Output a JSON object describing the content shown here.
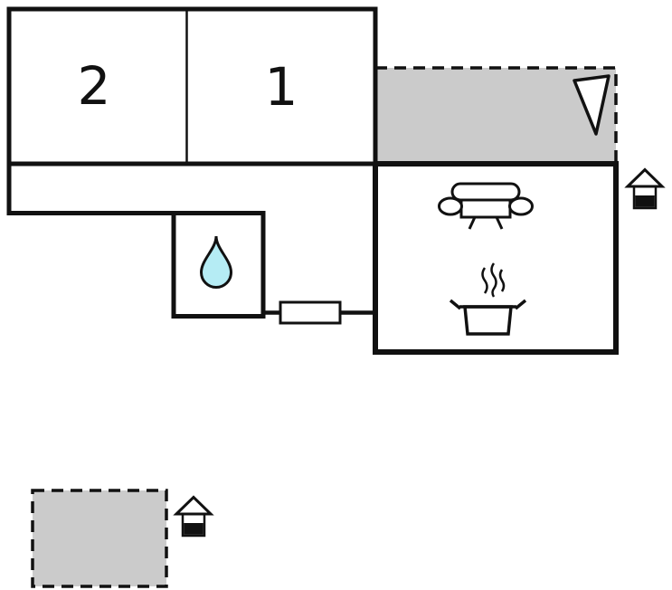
{
  "plan": {
    "type": "floor-plan",
    "rooms": [
      {
        "name": "room-2",
        "label": "2"
      },
      {
        "name": "room-1",
        "label": "1"
      }
    ],
    "areas": [
      "bedroom-2",
      "bedroom-1",
      "hallway",
      "bathroom",
      "living-room-kitchen",
      "terrace-top",
      "terrace-bottom"
    ]
  },
  "colors": {
    "walls": "#111111",
    "terrace_fill": "#cbcbcb",
    "terrace_border": "#111111",
    "water_drop_fill": "#b5ecf4",
    "background": "#ffffff",
    "interior_fill": "#ffffff"
  },
  "icons": {
    "water_drop": "water-drop",
    "sofa": "sofa",
    "cooking_pot": "cooking-pot-with-steam",
    "entrance_marker": "house-entrance",
    "terrace_marker": "triangle-sail",
    "door_window": "window-door-symbol"
  }
}
